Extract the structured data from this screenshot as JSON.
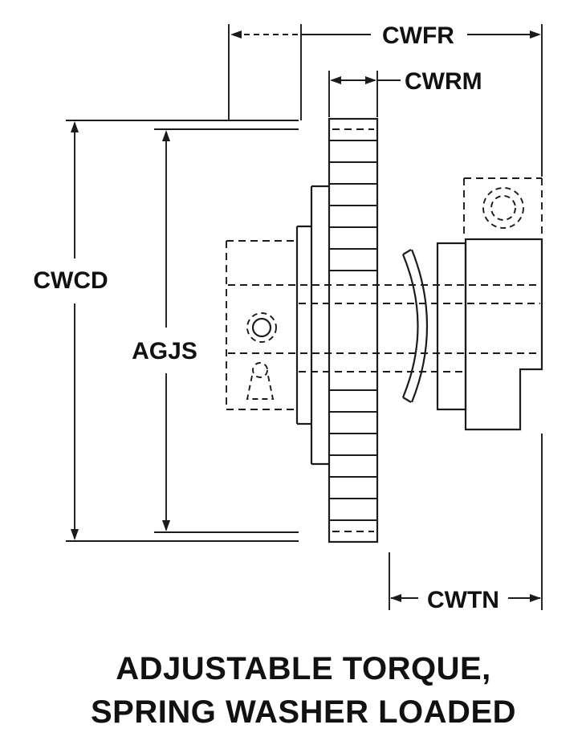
{
  "drawing": {
    "dimensions": {
      "cwfr": "CWFR",
      "cwrm": "CWRM",
      "cwcd": "CWCD",
      "agjs": "AGJS",
      "cwtn": "CWTN"
    },
    "title_line1": "ADJUSTABLE TORQUE,",
    "title_line2": "SPRING WASHER LOADED",
    "colors": {
      "line": "#1b1b1b",
      "background": "#ffffff"
    }
  }
}
